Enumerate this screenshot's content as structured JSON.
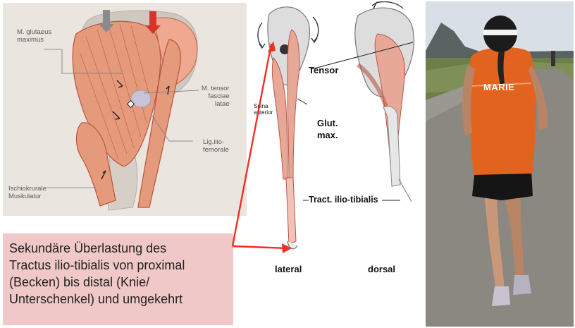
{
  "anatomy_left": {
    "labels": {
      "glutaeus": "M. glutaeus\nmaximus",
      "tensor": "M. tensor\nfasciae\nlatae",
      "lig": "Lig.ilio-\nfemorale",
      "ischio": "Ischiokrurale\nMuskulatur"
    }
  },
  "anatomy_right": {
    "labels": {
      "tensor": "Tensor",
      "glut": "Glut.\nmax.",
      "tract": "Tract. ilio-tibialis",
      "spina": "Spina\nanterior",
      "lateral": "lateral",
      "dorsal": "dorsal"
    }
  },
  "photo": {
    "shirt_text": "MARIE"
  },
  "caption": {
    "text": "Sekundäre Überlastung des\nTractus ilio-tibialis von proximal\n(Becken) bis distal (Knie/\nUnterschenkel) und umgekehrt"
  },
  "colors": {
    "muscle": "#e59a7c",
    "bone": "#cfc8c0",
    "arrow_red": "#ee3124",
    "caption_bg": "#f0c8c8",
    "shirt": "#e2631f"
  }
}
